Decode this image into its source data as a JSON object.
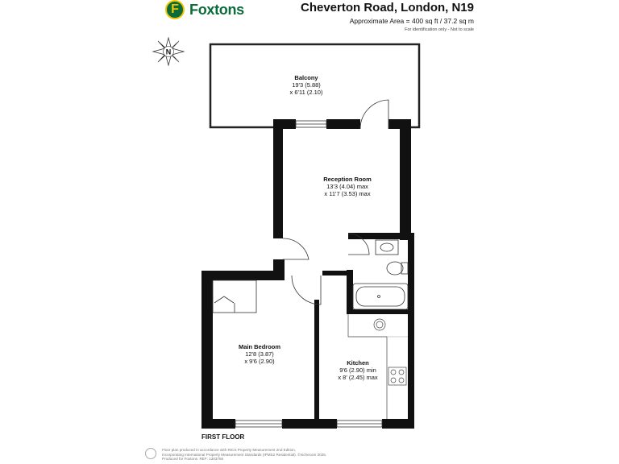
{
  "brand": {
    "name": "Foxtons",
    "badge_letter": "F",
    "color": "#0b6b3a",
    "accent": "#f2c400"
  },
  "header": {
    "title": "Cheverton Road, London, N19",
    "area": "Approximate Area = 400 sq ft / 37.2 sq m",
    "note": "For identification only - Not to scale"
  },
  "compass": {
    "letter": "N",
    "icon": "compass-icon"
  },
  "rooms": {
    "balcony": {
      "name": "Balcony",
      "dim1": "19'3 (5.88)",
      "dim2": "x 6'11 (2.10)"
    },
    "reception": {
      "name": "Reception Room",
      "dim1": "13'3 (4.04) max",
      "dim2": "x 11'7 (3.53) max"
    },
    "bedroom": {
      "name": "Main Bedroom",
      "dim1": "12'8 (3.87)",
      "dim2": "x 9'6 (2.90)"
    },
    "kitchen": {
      "name": "Kitchen",
      "dim1": "9'6 (2.90) min",
      "dim2": "x 8' (2.45) max"
    }
  },
  "floor_label": "FIRST FLOOR",
  "footer": {
    "line1": "Floor plan produced in accordance with RICS Property Measurement 2nd Edition,",
    "line2": "Incorporating International Property Measurement Standards (IPMS2 Residential). ©nichecom 2025.",
    "line3": "Produced for Foxtons.   REF: 1303756"
  }
}
